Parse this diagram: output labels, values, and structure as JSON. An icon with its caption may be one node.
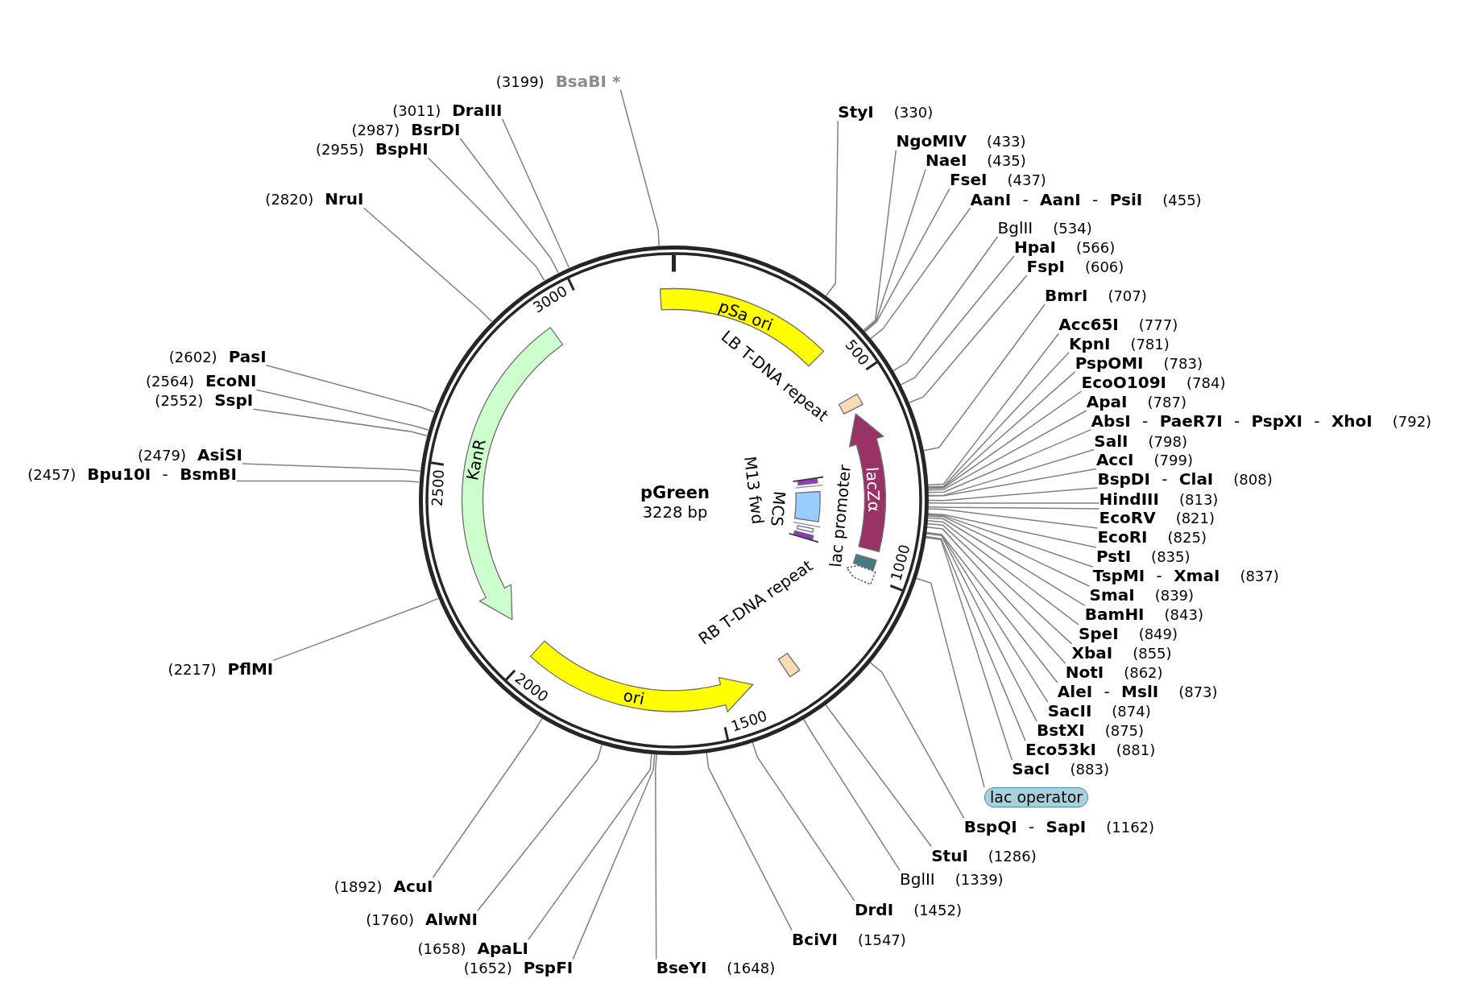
{
  "diagram": {
    "nodes": [
      {
        "text": [
          "pGreen",
          "3228 bp"
        ]
      },
      {
        "text": [
          "pSa ori"
        ],
        "in": 0
      },
      {
        "text": [
          "LB T-DNA repeat"
        ],
        "in": 0
      },
      {
        "text": [
          "KanR"
        ],
        "in": 0
      },
      {
        "text": [],
        "shape": "bar",
        "in": 0
      },
      {
        "text": [],
        "shape": "bar",
        "beside": [
          "M13 fwd"
        ],
        "in": 0
      },
      {
        "text": [
          "lacZα"
        ],
        "in": 0
      },
      {
        "text": [
          "MCS"
        ],
        "in": 0
      },
      {
        "text": [
          "lac promoter"
        ],
        "in": 0
      },
      {
        "text": [],
        "shape": "box",
        "in": 0
      },
      {
        "text": [
          "RB T-DNA repeat"
        ],
        "in": 0
      },
      {
        "text": [
          "ori"
        ],
        "in": 0
      },
      {
        "text": [
          "(3199)",
          "BsaBI *"
        ]
      },
      {
        "text": [
          "(3011)",
          "DraIII"
        ]
      },
      {
        "text": [
          "StyI",
          "(330)"
        ]
      },
      {
        "text": [
          "(2987)",
          "BsrDI"
        ]
      },
      {
        "text": [
          "NgoMIV",
          "(433)"
        ]
      },
      {
        "text": [
          "(2955)",
          "BspHI"
        ]
      },
      {
        "text": [
          "NaeI",
          "(435)"
        ]
      },
      {
        "text": [
          "FseI",
          "(437)"
        ]
      },
      {
        "text": [
          "(2820)",
          "NruI"
        ]
      },
      {
        "text": [
          "**AanI** - **AanI** - **PsiI**",
          "(455)"
        ]
      },
      {
        "text": [
          "BglII",
          "(534)"
        ]
      },
      {
        "text": [
          "HpaI",
          "(566)"
        ]
      },
      {
        "text": [
          "FspI",
          "(606)"
        ]
      },
      {
        "text": [
          "BmrI",
          "(707)"
        ]
      },
      {
        "text": [
          "Acc65I",
          "(777)"
        ]
      },
      {
        "text": [
          "KpnI",
          "(781)"
        ]
      },
      {
        "text": [
          "(2602)",
          "PasI"
        ]
      },
      {
        "text": [
          "PspOMI",
          "(783)"
        ]
      },
      {
        "text": [
          "(2564)",
          "EcoNI"
        ]
      },
      {
        "text": [
          "EcoO109I",
          "(784)"
        ]
      },
      {
        "text": [
          "(2552)",
          "SspI"
        ]
      },
      {
        "text": [
          "ApaI",
          "(787)"
        ]
      },
      {
        "text": [
          "**AbsI** - **PaeR7I** - **PspXI** - **XhoI**",
          "(792)"
        ]
      },
      {
        "text": [
          "SalI",
          "(798)"
        ]
      },
      {
        "text": [
          "(2479)",
          "AsiSI"
        ]
      },
      {
        "text": [
          "AccI",
          "(799)"
        ]
      },
      {
        "text": [
          "(2457)",
          "**Bpu10I** - **BsmBI**"
        ]
      },
      {
        "text": [
          "**BspDI** - **ClaI**",
          "(808)"
        ]
      },
      {
        "text": [
          "HindIII",
          "(813)"
        ]
      },
      {
        "text": [
          "EcoRV",
          "(821)"
        ]
      },
      {
        "text": [
          "EcoRI",
          "(825)"
        ]
      },
      {
        "text": [
          "PstI",
          "(835)"
        ]
      },
      {
        "text": [
          "**TspMI** - **XmaI**",
          "(837)"
        ]
      },
      {
        "text": [
          "SmaI",
          "(839)"
        ]
      },
      {
        "text": [
          "BamHI",
          "(843)"
        ]
      },
      {
        "text": [
          "SpeI",
          "(849)"
        ]
      },
      {
        "text": [
          "XbaI",
          "(855)"
        ]
      },
      {
        "text": [
          "(2217)",
          "PflMI"
        ]
      },
      {
        "text": [
          "NotI",
          "(862)"
        ]
      },
      {
        "text": [
          "**AleI** - **MslI**",
          "(873)"
        ]
      },
      {
        "text": [
          "SacII",
          "(874)"
        ]
      },
      {
        "text": [
          "BstXI",
          "(875)"
        ]
      },
      {
        "text": [
          "Eco53kI",
          "(881)"
        ]
      },
      {
        "text": [
          "SacI",
          "(883)"
        ]
      },
      {
        "text": [
          "lac operator"
        ]
      },
      {
        "text": [
          "**BspQI** - **SapI**",
          "(1162)"
        ]
      },
      {
        "text": [
          "StuI",
          "(1286)"
        ]
      },
      {
        "text": [
          "BglII",
          "(1339)"
        ]
      },
      {
        "text": [
          "(1892)",
          "AcuI"
        ]
      },
      {
        "text": [
          "DrdI",
          "(1452)"
        ]
      },
      {
        "text": [
          "(1760)",
          "AlwNI"
        ]
      },
      {
        "text": [
          "BciVI",
          "(1547)"
        ]
      },
      {
        "text": [
          "(1658)",
          "ApaLI"
        ]
      },
      {
        "text": [
          "(1652)",
          "PspFI"
        ]
      },
      {
        "text": [
          "BseYI",
          "(1648)"
        ]
      }
    ],
    "edges": [
      {
        "from": 12,
        "to": 0,
        "arrow": "none"
      },
      {
        "from": 13,
        "to": 0,
        "arrow": "none"
      },
      {
        "from": 14,
        "to": 0,
        "arrow": "none"
      },
      {
        "from": 15,
        "to": 0,
        "arrow": "none"
      },
      {
        "from": 16,
        "to": 0,
        "arrow": "none"
      },
      {
        "from": 17,
        "to": 0,
        "arrow": "none"
      },
      {
        "from": 18,
        "to": 0,
        "arrow": "none"
      },
      {
        "from": 19,
        "to": 0,
        "arrow": "none"
      },
      {
        "from": 20,
        "to": 0,
        "arrow": "none"
      },
      {
        "from": 21,
        "to": 0,
        "arrow": "none"
      },
      {
        "from": 22,
        "to": 0,
        "arrow": "none"
      },
      {
        "from": 23,
        "to": 0,
        "arrow": "none"
      },
      {
        "from": 24,
        "to": 0,
        "arrow": "none"
      },
      {
        "from": 25,
        "to": 0,
        "arrow": "none"
      },
      {
        "from": 26,
        "to": 0,
        "arrow": "none"
      },
      {
        "from": 27,
        "to": 0,
        "arrow": "none"
      },
      {
        "from": 28,
        "to": 0,
        "arrow": "none"
      },
      {
        "from": 29,
        "to": 0,
        "arrow": "none"
      },
      {
        "from": 30,
        "to": 0,
        "arrow": "none"
      },
      {
        "from": 31,
        "to": 0,
        "arrow": "none"
      },
      {
        "from": 32,
        "to": 0,
        "arrow": "none"
      },
      {
        "from": 33,
        "to": 0,
        "arrow": "none"
      },
      {
        "from": 34,
        "to": 0,
        "arrow": "none"
      },
      {
        "from": 35,
        "to": 0,
        "arrow": "none"
      },
      {
        "from": 36,
        "to": 0,
        "arrow": "none"
      },
      {
        "from": 37,
        "to": 0,
        "arrow": "none"
      },
      {
        "from": 38,
        "to": 0,
        "arrow": "none"
      },
      {
        "from": 39,
        "to": 0,
        "arrow": "none"
      },
      {
        "from": 40,
        "to": 0,
        "arrow": "none"
      },
      {
        "from": 41,
        "to": 0,
        "arrow": "none"
      },
      {
        "from": 42,
        "to": 0,
        "arrow": "none"
      },
      {
        "from": 43,
        "to": 0,
        "arrow": "none"
      },
      {
        "from": 44,
        "to": 0,
        "arrow": "none"
      },
      {
        "from": 45,
        "to": 0,
        "arrow": "none"
      },
      {
        "from": 46,
        "to": 0,
        "arrow": "none"
      },
      {
        "from": 47,
        "to": 0,
        "arrow": "none"
      },
      {
        "from": 48,
        "to": 0,
        "arrow": "none"
      },
      {
        "from": 49,
        "to": 0,
        "arrow": "none"
      },
      {
        "from": 50,
        "to": 0,
        "arrow": "none"
      },
      {
        "from": 51,
        "to": 0,
        "arrow": "none"
      },
      {
        "from": 52,
        "to": 0,
        "arrow": "none"
      },
      {
        "from": 53,
        "to": 0,
        "arrow": "none"
      },
      {
        "from": 54,
        "to": 0,
        "arrow": "none"
      },
      {
        "from": 55,
        "to": 0,
        "arrow": "none"
      },
      {
        "from": 56,
        "to": 0,
        "arrow": "none"
      },
      {
        "from": 57,
        "to": 0,
        "arrow": "none"
      },
      {
        "from": 58,
        "to": 0,
        "arrow": "none"
      },
      {
        "from": 59,
        "to": 0,
        "arrow": "none"
      },
      {
        "from": 60,
        "to": 0,
        "arrow": "none"
      },
      {
        "from": 61,
        "to": 0,
        "arrow": "none"
      },
      {
        "from": 62,
        "to": 0,
        "arrow": "none"
      },
      {
        "from": 63,
        "to": 0,
        "arrow": "none"
      },
      {
        "from": 64,
        "to": 0,
        "arrow": "none"
      },
      {
        "from": 65,
        "to": 0,
        "arrow": "none"
      },
      {
        "from": 66,
        "to": 0,
        "arrow": "none"
      }
    ],
    "labels": [
      "3000",
      "500",
      "2500",
      "1000",
      "2000",
      "1500"
    ]
  }
}
